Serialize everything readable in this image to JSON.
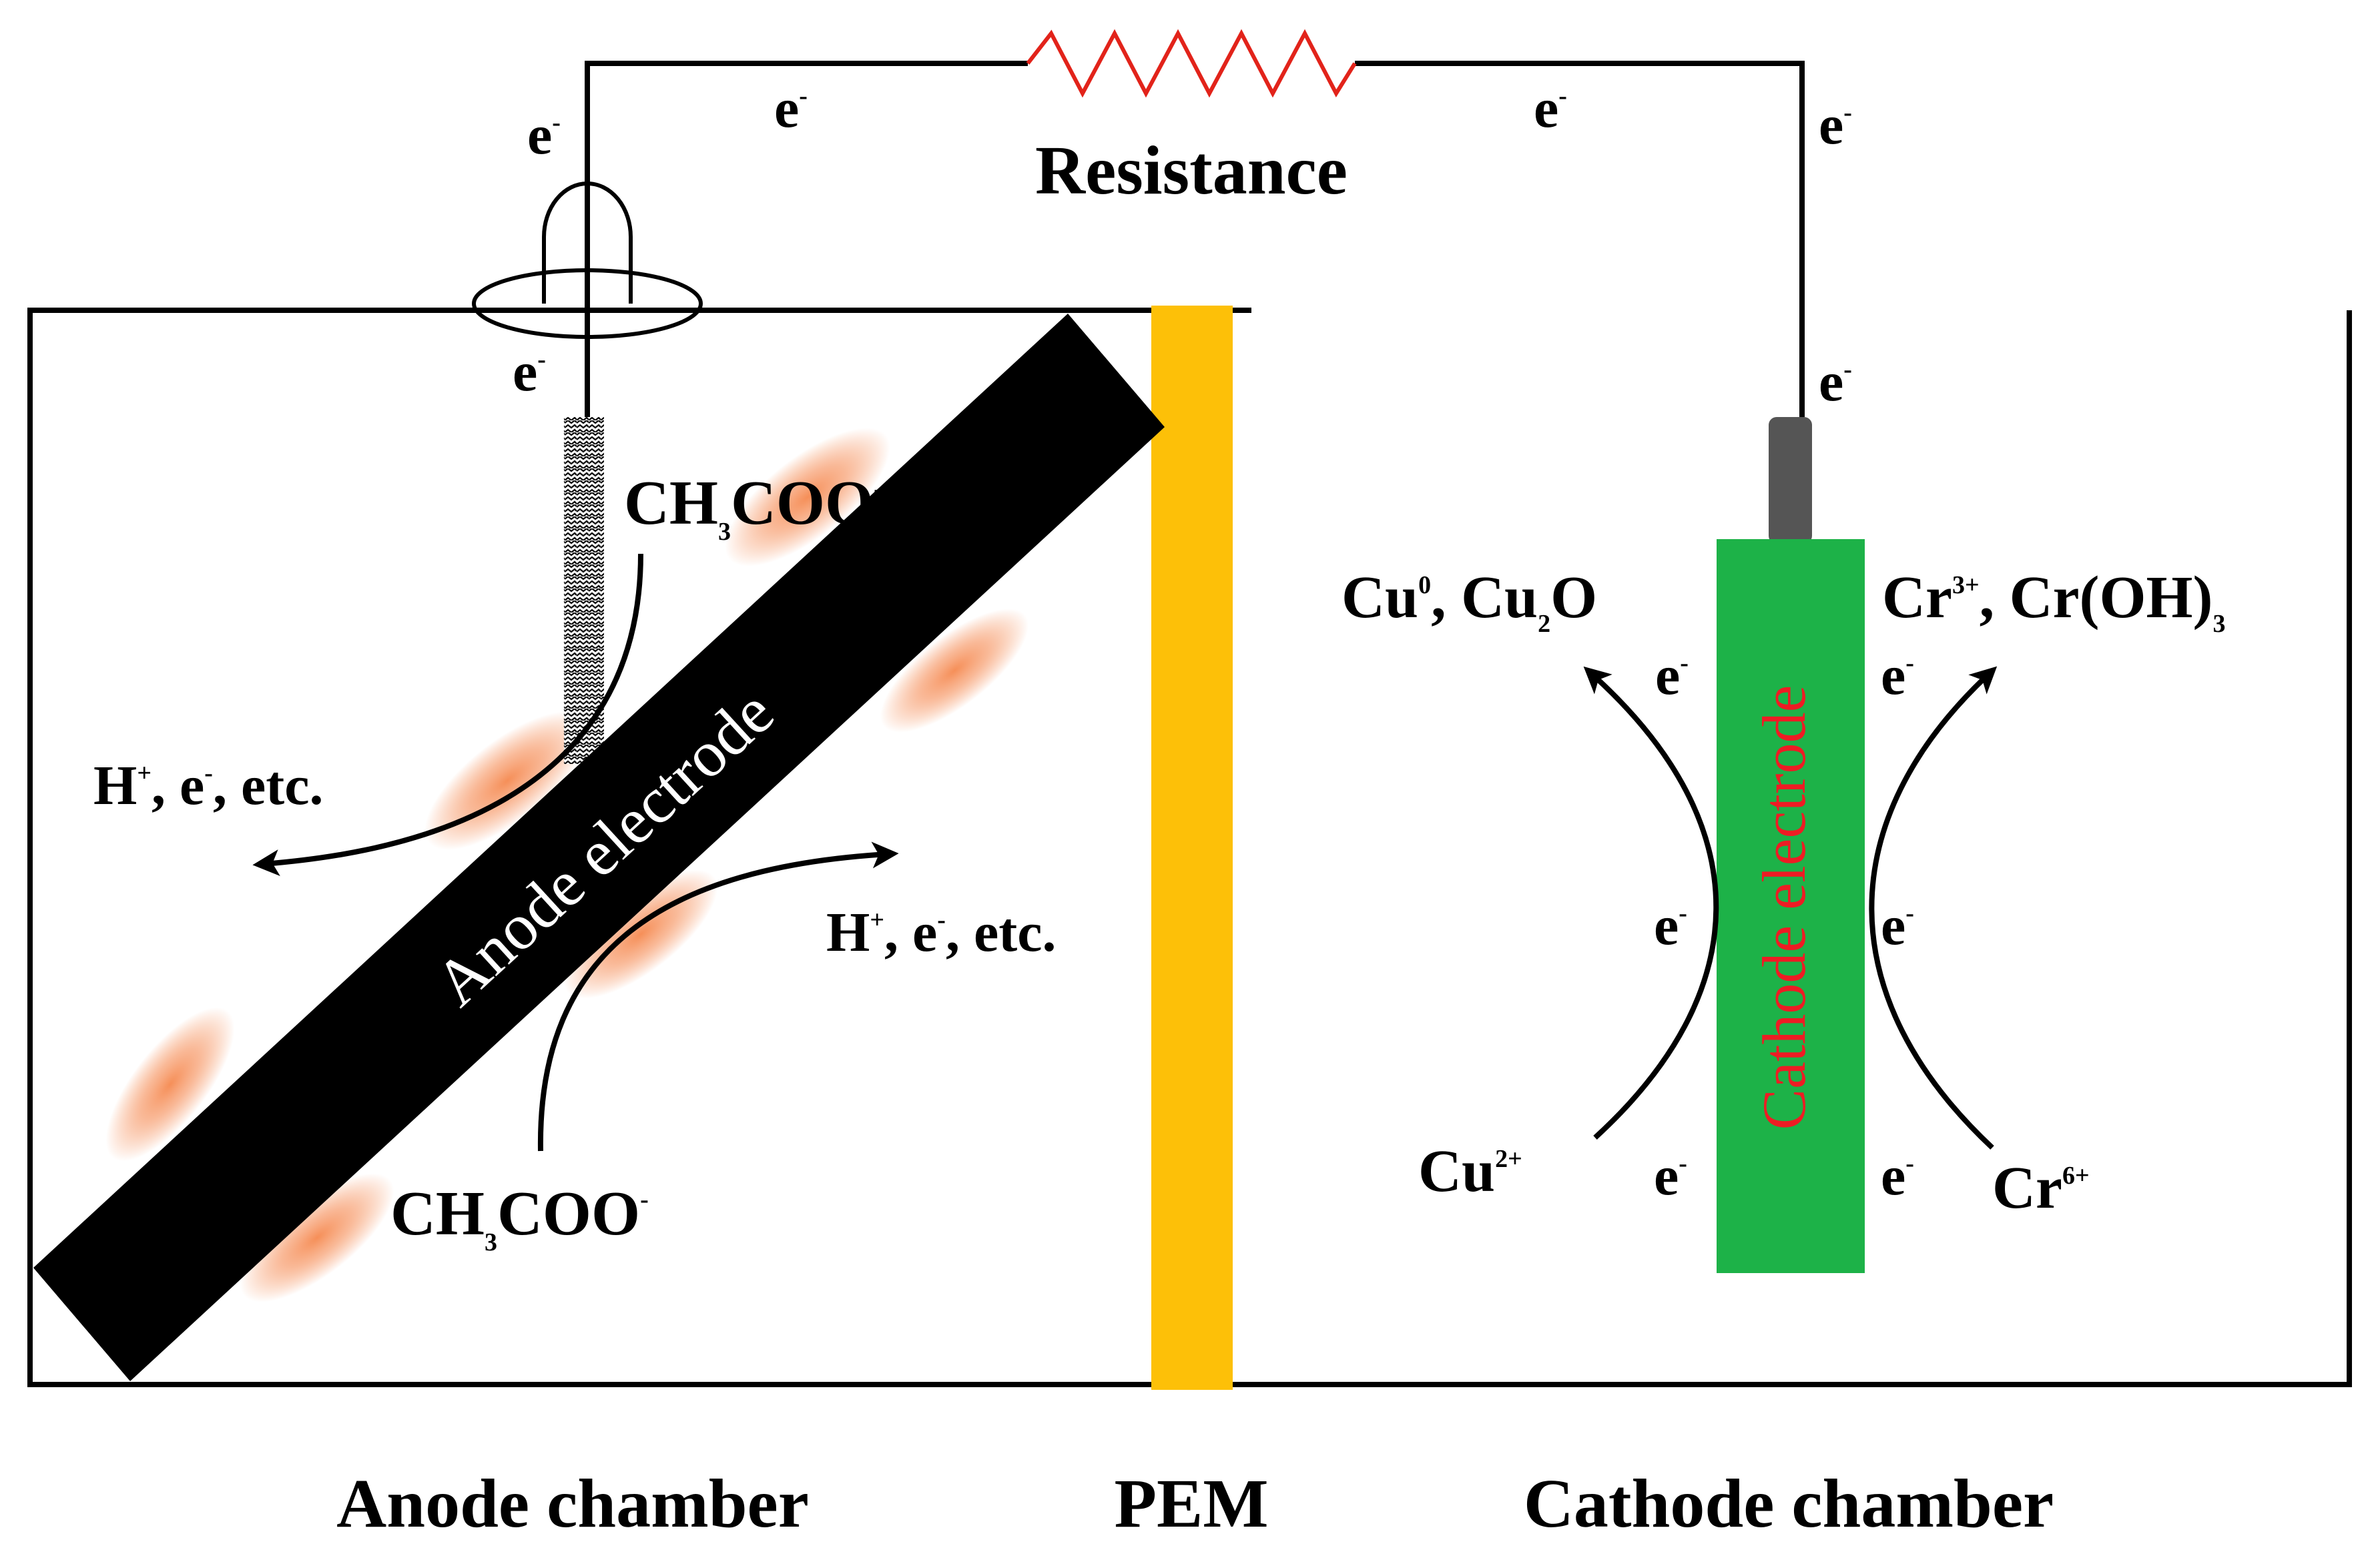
{
  "resistance_label": "Resistance",
  "electron": {
    "base": "e",
    "sup": "-"
  },
  "captions": {
    "anode_chamber": "Anode chamber",
    "pem": "PEM",
    "cathode_chamber": "Cathode chamber"
  },
  "electrodes": {
    "anode": "Anode electrode",
    "cathode": "Cathode electrode"
  },
  "acetate": {
    "a": "CH",
    "sub": "3",
    "b": "COO",
    "sup": "-"
  },
  "products": {
    "h_plus": {
      "a": "H",
      "sup1": "+",
      "b": ", e",
      "sup2": "-",
      "c": ", etc."
    }
  },
  "species": {
    "cu_products": {
      "a": "Cu",
      "sup": "0",
      "b": ", Cu",
      "sub": "2",
      "c": "O"
    },
    "cr_products": {
      "a": "Cr",
      "sup": "3+",
      "b": ", Cr(OH)",
      "sub": "3"
    },
    "cu_ion": {
      "a": "Cu",
      "sup": "2+"
    },
    "cr_ion": {
      "a": "Cr",
      "sup": "6+"
    }
  },
  "colors": {
    "pem": "#fdc008",
    "cathode_electrode": "#1db248",
    "cathode_label": "#ee1c24",
    "resistor": "#e2231a",
    "biofilm": "#f47b3b",
    "anode_electrode": "#000000",
    "anode_label": "#ffffff",
    "cathode_rod": "#555555"
  }
}
